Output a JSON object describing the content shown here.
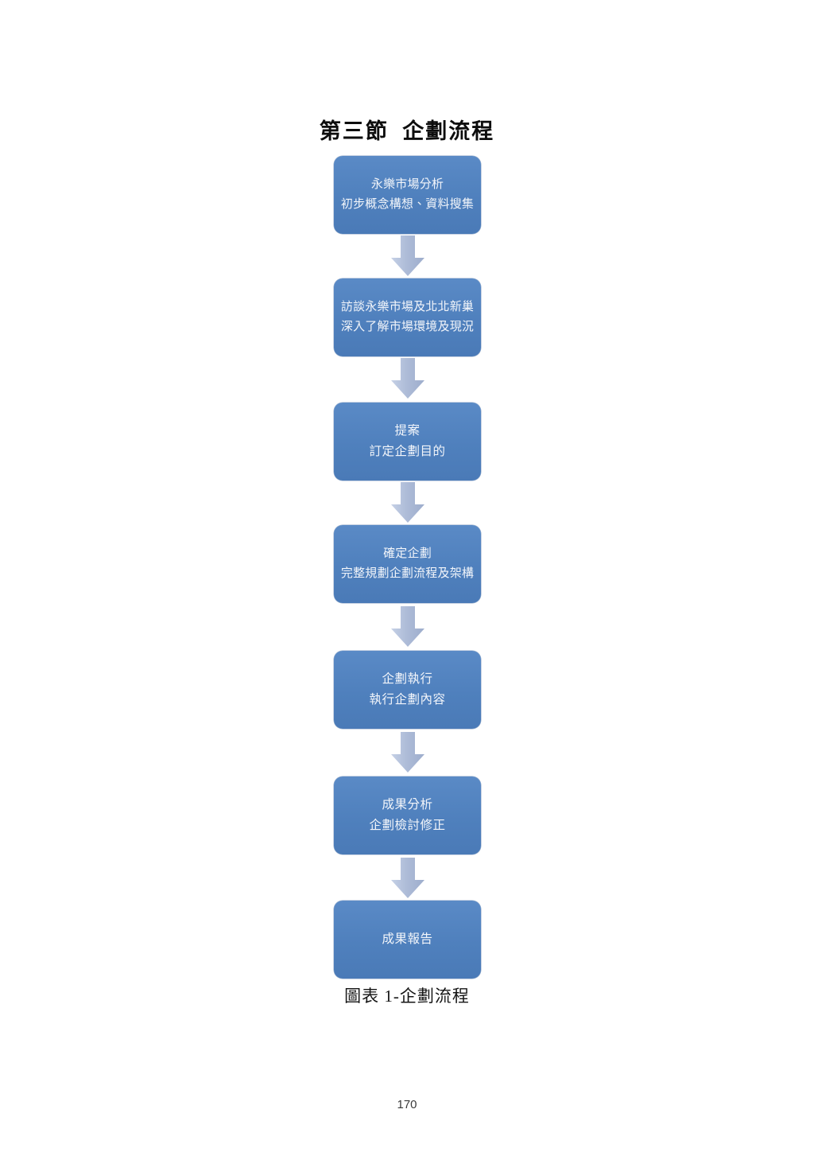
{
  "document": {
    "section_title": "第三節  企劃流程",
    "figure_caption": "圖表 1-企劃流程",
    "page_number": "170"
  },
  "theme": {
    "node_fill": "#4f80bd",
    "node_fill_light": "#5a8ac6",
    "node_text": "#f2f5fa",
    "arrow_fill": "#a9bad6",
    "arrow_fill_light": "#c3cfe4",
    "page_background": "#ffffff",
    "title_color": "#0d0d0d"
  },
  "flowchart": {
    "type": "flowchart",
    "orientation": "top-to-bottom",
    "connector": "down-arrow",
    "nodes": [
      {
        "id": "node-1",
        "lines": [
          "永樂市場分析",
          "初步概念構想、資料搜集"
        ],
        "line1": "永樂市場分析",
        "line2": "初步概念構想、資料搜集"
      },
      {
        "id": "node-2",
        "lines": [
          "訪談永樂市場及北北新巢",
          "深入了解市場環境及現況"
        ],
        "line1": "訪談永樂市場及北北新巢",
        "line2": "深入了解市場環境及現況"
      },
      {
        "id": "node-3",
        "lines": [
          "提案",
          "訂定企劃目的"
        ],
        "line1": "提案",
        "line2": "訂定企劃目的"
      },
      {
        "id": "node-4",
        "lines": [
          "確定企劃",
          "完整規劃企劃流程及架構"
        ],
        "line1": "確定企劃",
        "line2": "完整規劃企劃流程及架構"
      },
      {
        "id": "node-5",
        "lines": [
          "企劃執行",
          "執行企劃內容"
        ],
        "line1": "企劃執行",
        "line2": "執行企劃內容"
      },
      {
        "id": "node-6",
        "lines": [
          "成果分析",
          "企劃檢討修正"
        ],
        "line1": "成果分析",
        "line2": "企劃檢討修正"
      },
      {
        "id": "node-7",
        "lines": [
          "成果報告"
        ],
        "line1": "成果報告",
        "line2": ""
      }
    ],
    "arrow_count": 6
  }
}
